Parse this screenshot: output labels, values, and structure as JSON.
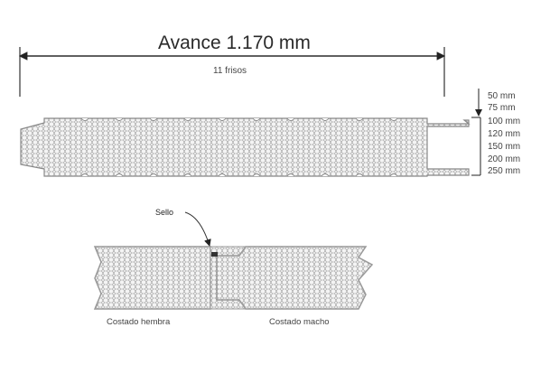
{
  "dimension": {
    "title": "Avance 1.170 mm",
    "subtitle": "11 frisos"
  },
  "thicknesses": [
    "50 mm",
    "75 mm",
    "100 mm",
    "120 mm",
    "150 mm",
    "200 mm",
    "250 mm"
  ],
  "joint_detail": {
    "seal_label": "Sello",
    "female_side": "Costado hembra",
    "male_side": "Costado macho"
  }
}
